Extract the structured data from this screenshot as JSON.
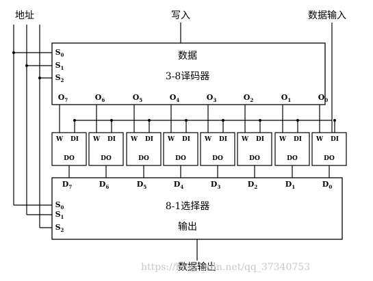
{
  "labels": {
    "address": "地址",
    "write": "写入",
    "data_input": "数据输入",
    "data_output": "数据输出"
  },
  "decoder": {
    "line1": "数据",
    "line2": "3-8译码器",
    "select_pins": [
      {
        "base": "S",
        "sub": "0"
      },
      {
        "base": "S",
        "sub": "1"
      },
      {
        "base": "S",
        "sub": "2"
      }
    ],
    "outputs": [
      {
        "base": "O",
        "sub": "7"
      },
      {
        "base": "O",
        "sub": "6"
      },
      {
        "base": "O",
        "sub": "5"
      },
      {
        "base": "O",
        "sub": "4"
      },
      {
        "base": "O",
        "sub": "3"
      },
      {
        "base": "O",
        "sub": "2"
      },
      {
        "base": "O",
        "sub": "1"
      },
      {
        "base": "O",
        "sub": "0"
      }
    ]
  },
  "cells": [
    {
      "we": "W",
      "di": "DI",
      "do": "DO"
    },
    {
      "we": "W",
      "di": "DI",
      "do": "DO"
    },
    {
      "we": "W",
      "di": "DI",
      "do": "DO"
    },
    {
      "we": "W",
      "di": "DI",
      "do": "DO"
    },
    {
      "we": "W",
      "di": "DI",
      "do": "DO"
    },
    {
      "we": "W",
      "di": "DI",
      "do": "DO"
    },
    {
      "we": "W",
      "di": "DI",
      "do": "DO"
    },
    {
      "we": "W",
      "di": "DI",
      "do": "DO"
    }
  ],
  "mux": {
    "line1": "8-1选择器",
    "line2": "输出",
    "select_pins": [
      {
        "base": "S",
        "sub": "0"
      },
      {
        "base": "S",
        "sub": "1"
      },
      {
        "base": "S",
        "sub": "2"
      }
    ],
    "inputs": [
      {
        "base": "D",
        "sub": "7"
      },
      {
        "base": "D",
        "sub": "6"
      },
      {
        "base": "D",
        "sub": "5"
      },
      {
        "base": "D",
        "sub": "4"
      },
      {
        "base": "D",
        "sub": "3"
      },
      {
        "base": "D",
        "sub": "2"
      },
      {
        "base": "D",
        "sub": "1"
      },
      {
        "base": "D",
        "sub": "0"
      }
    ]
  },
  "watermark": "https://blog.csdn.net/qq_37340753"
}
